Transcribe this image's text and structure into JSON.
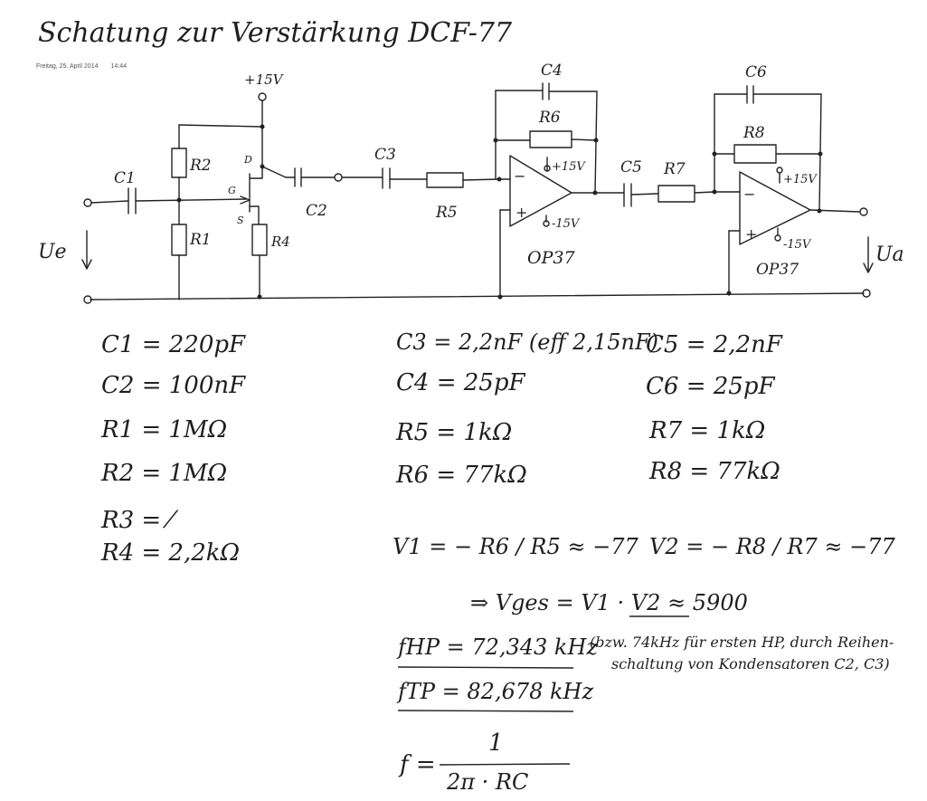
{
  "title": "Schatung zur Verstärkung DCF-77",
  "date": "Freitag, 25. April 2014",
  "time": "14:44",
  "schematic": {
    "supply_top": "+15V",
    "input_voltage": "Ue",
    "output_voltage": "Ua",
    "labels": {
      "C1": "C1",
      "C2": "C2",
      "C3": "C3",
      "C4": "C4",
      "C5": "C5",
      "C6": "C6",
      "R1": "R1",
      "R2": "R2",
      "R4": "R4",
      "R5": "R5",
      "R6": "R6",
      "R7": "R7",
      "R8": "R8",
      "gate": "G",
      "drain": "D",
      "source": "S"
    },
    "opamp1": {
      "name": "OP37",
      "vplus": "+15V",
      "vminus": "-15V"
    },
    "opamp2": {
      "name": "OP37",
      "vplus": "+15V",
      "vminus": "-15V"
    }
  },
  "values": {
    "col1": [
      "C1 = 220pF",
      "C2 = 100nF",
      "R1 = 1MΩ",
      "R2 = 1MΩ",
      "R3 = ⁄",
      "R4 = 2,2kΩ"
    ],
    "col2": [
      "C3 = 2,2nF (eff 2,15nF)",
      "C4 = 25pF",
      "R5 = 1kΩ",
      "R6 = 77kΩ"
    ],
    "col3": [
      "C5 = 2,2nF",
      "C6 = 25pF",
      "R7 = 1kΩ",
      "R8 = 77kΩ"
    ]
  },
  "gains": {
    "v1": "V1 = − R6 / R5 ≈ −77",
    "v2": "V2 = − R8 / R7 ≈ −77",
    "total": "⇒ Vges = V1 · V2 ≈ 5900"
  },
  "frequencies": {
    "fhp": "fHP = 72,343 kHz",
    "fhp_note_1": "(bzw. 74kHz für ersten HP, durch Reihen-",
    "fhp_note_2": "schaltung von Kondensatoren C2, C3)",
    "ftp": "fTP = 82,678 kHz",
    "formula_num": "1",
    "formula_lhs": "f =",
    "formula_den": "2π · RC"
  }
}
